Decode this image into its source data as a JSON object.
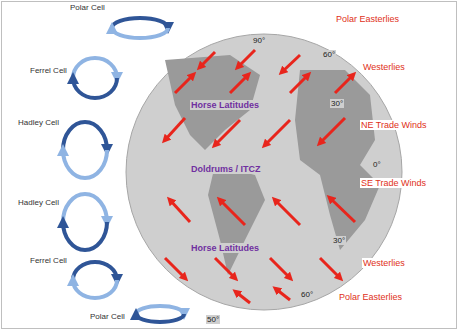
{
  "diagram": {
    "labels": [
      "Polar Cell",
      "Polar Easterlies",
      "90°",
      "60°",
      "Ferrel Cell",
      "Westerlies",
      "Horse Latitudes",
      "30°",
      "Hadley Cell",
      "NE Trade Winds",
      "Doldrums / ITCZ",
      "0°",
      "SE Trade Winds",
      "Hadley Cell",
      "Horse Latitudes",
      "30°",
      "Ferrel Cell",
      "Westerlies",
      "60°",
      "Polar Easterlies",
      "Polar Cell",
      "50°"
    ]
  }
}
